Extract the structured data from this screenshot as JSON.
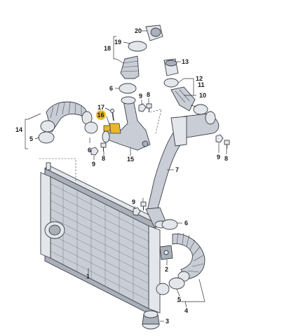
{
  "callouts": {
    "n1": "1",
    "n2": "2",
    "n3": "3",
    "n4": "4",
    "n5a": "5",
    "n5b": "5",
    "n6a": "6",
    "n6b": "6",
    "n6c": "6",
    "n7": "7",
    "n8a": "8",
    "n8b": "8",
    "n8c": "8",
    "n9a": "9",
    "n9b": "9",
    "n9c": "9",
    "n9d": "9",
    "n10": "10",
    "n11": "11",
    "n12": "12",
    "n13": "13",
    "n14": "14",
    "n15": "15",
    "n16": "16",
    "n17": "17",
    "n18": "18",
    "n19": "19",
    "n20": "20"
  },
  "colors": {
    "highlight": "#e8b828",
    "part": "#c9ced6",
    "outline": "#3b3f46"
  }
}
